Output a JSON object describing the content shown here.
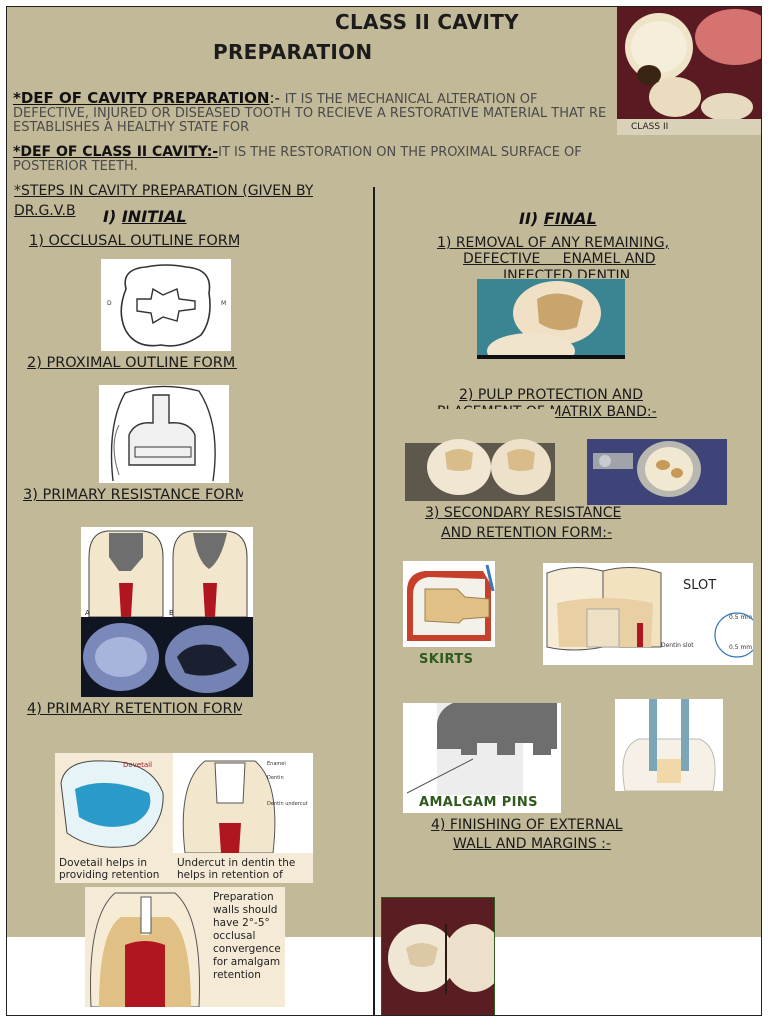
{
  "title_line1": "CLASS II CAVITY",
  "title_line2": "PREPARATION",
  "top_photo_caption": "CLASS II",
  "def_cavity_label": "*DEF OF CAVITY PREPARATION",
  "def_cavity_sep": ":- ",
  "def_cavity_text": "IT IS THE MECHANICAL ALTERATION OF DEFECTIVE, INJURED OR DISEASED TOOTH TO RECIEVE A RESTORATIVE MATERIAL THAT RE ESTABLISHES A HEALTHY STATE FOR",
  "def_class2_label": "*DEF OF CLASS II CAVITY:-",
  "def_class2_text": "IT IS THE RESTORATION ON THE PROXIMAL SURFACE OF POSTERIOR TEETH.",
  "steps_line1": "*STEPS IN CAVITY PREPARATION (GIVEN BY",
  "steps_line2": "DR.G.V.B",
  "initial_num": "I)",
  "initial_label": "INITIAL",
  "final_num": "II)",
  "final_label": "FINAL",
  "left": {
    "s1": "1) OCCLUSAL OUTLINE FORM:",
    "s2": "2) PROXIMAL OUTLINE FORM:",
    "s3": "3) PRIMARY RESISTANCE FORM:",
    "s4": "4) PRIMARY RETENTION FORM:-",
    "outline_label_d": "D",
    "outline_label_m": "M",
    "fig_a": "A",
    "fig_b": "B",
    "dovetail_label": "Dovetail",
    "enamel_label": "Enamel",
    "dentin_label": "Dentin",
    "dentin_undercut_label": "Dentin undercut",
    "cap_dovetail": "Dovetail helps in providing retention",
    "cap_undercut": "Undercut in dentin the helps in retention of",
    "cap_walls": "Preparation walls should have 2°-5° occlusal convergence for amalgam retention"
  },
  "right": {
    "s1_line1": "1) REMOVAL OF ANY REMAINING,",
    "s1_line2": "DEFECTIVE     ENAMEL AND",
    "s1_line3": "INFECTED DENTIN",
    "s2_line1": "2) PULP PROTECTION AND",
    "s2_line2": "PLACEMENT OF MATRIX BAND:-",
    "s3_line1": "3) SECONDARY RESISTANCE",
    "s3_line2": "AND RETENTION FORM:-",
    "skirts": "SKIRTS",
    "slot": "SLOT",
    "slot_dim1": "0.5 mm",
    "slot_dim2": "0.5 mm",
    "dentin_slot": "Dentin slot",
    "amalgam_pins": "AMALGAM PINS",
    "s4_line1": "4) FINISHING OF EXTERNAL",
    "s4_line2": "WALL AND MARGINS :-"
  },
  "colors": {
    "background": "#c2b999",
    "pulp_red": "#b0161f",
    "dentin_tan": "#e8cfa4",
    "cavity_grey": "#6e6e6e",
    "label_green": "#2f5a1e"
  }
}
